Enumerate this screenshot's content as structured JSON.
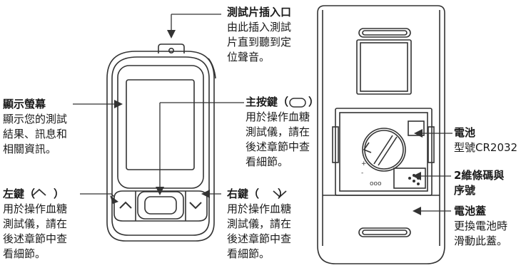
{
  "left_device": {
    "strip_port": {
      "title": "測試片插入口",
      "lines": [
        "由此插入測試",
        "片直到聽到定",
        "位聲音。"
      ]
    },
    "display": {
      "title": "顯示螢幕",
      "lines": [
        "顯示您的測試",
        "結果、訊息和",
        "相關資訊。"
      ]
    },
    "main_button": {
      "title": "主按鍵（",
      "title_end": "）",
      "lines": [
        "用於操作血糖",
        "測試儀，請在",
        "後述章節中查",
        "看細節。"
      ]
    },
    "left_button": {
      "title": "左鍵（",
      "title_end": "）",
      "lines": [
        "用於操作血糖",
        "測試儀，請在",
        "後述章節中查",
        "看細節。"
      ]
    },
    "right_button": {
      "title": "右鍵（",
      "title_end": "）",
      "lines": [
        "用於操作血糖",
        "測試儀，請在",
        "後述章節中查",
        "看細節。"
      ]
    }
  },
  "right_device": {
    "battery": {
      "title": "電池",
      "lines": [
        "型號CR2032"
      ]
    },
    "barcode": {
      "title_lines": [
        "2維條碼與",
        "序號"
      ]
    },
    "battery_cover": {
      "title": "電池蓋",
      "lines": [
        "更換電池時",
        "滑動此蓋。"
      ]
    }
  }
}
